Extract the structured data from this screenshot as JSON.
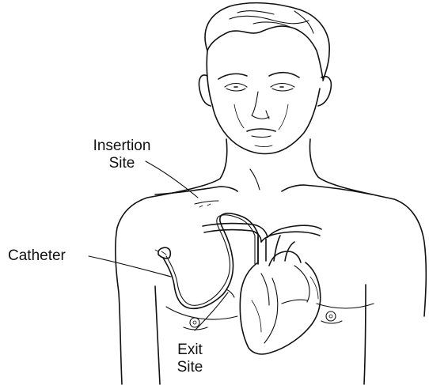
{
  "labels": {
    "insertion_line1": "Insertion",
    "insertion_line2": "Site",
    "catheter": "Catheter",
    "exit_line1": "Exit",
    "exit_line2": "Site"
  }
}
